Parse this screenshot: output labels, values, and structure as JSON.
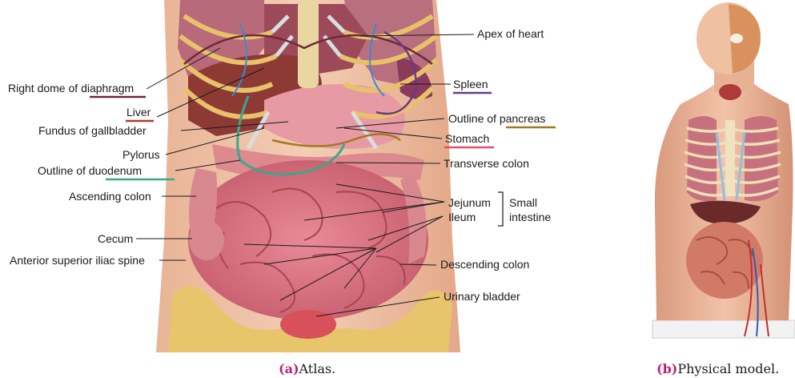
{
  "atlas": {
    "labels": {
      "apex_of_heart": "Apex of heart",
      "right_dome_prefix": "Right dome of ",
      "diaphragm": "diaphragm",
      "spleen": "Spleen",
      "liver": "Liver",
      "outline_of_pancreas_prefix": "Outline of ",
      "pancreas": "pancreas",
      "fundus_of_gallbladder": "Fundus of gallbladder",
      "stomach": "Stomach",
      "pylorus": "Pylorus",
      "outline_of_duodenum_prefix": "Outline of ",
      "duodenum": "duodenum",
      "transverse_colon": "Transverse colon",
      "ascending_colon": "Ascending colon",
      "jejunum": "Jejunum",
      "ileum": "Ileum",
      "small": "Small",
      "intestine": "intestine",
      "cecum": "Cecum",
      "anterior_superior_iliac_spine": "Anterior superior iliac spine",
      "descending_colon": "Descending colon",
      "urinary_bladder": "Urinary bladder"
    },
    "underline_colors": {
      "diaphragm": "#6b2a3a",
      "spleen": "#6a3a8a",
      "liver": "#b03a2e",
      "pancreas": "#a07a1e",
      "stomach": "#d9536a",
      "duodenum": "#3aa88a"
    }
  },
  "captions": {
    "a_label": "(a)",
    "a_text": "Atlas.",
    "b_label": "(b)",
    "b_text": "Physical model."
  },
  "colors": {
    "caption_label": "#c0207a"
  }
}
